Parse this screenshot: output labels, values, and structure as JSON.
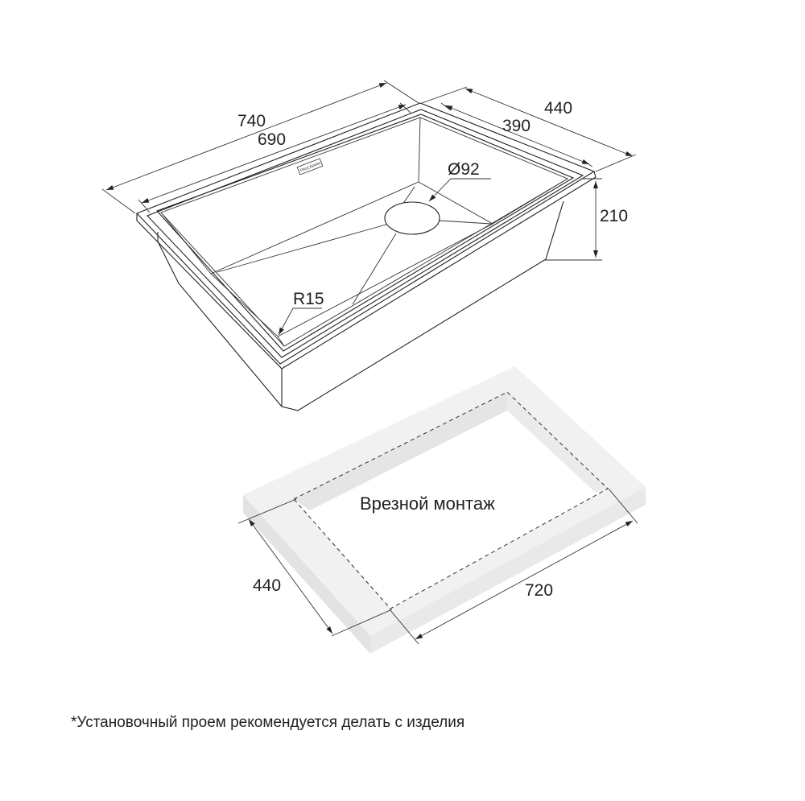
{
  "sink": {
    "overall_length": "740",
    "inner_length": "690",
    "overall_width": "440",
    "inner_width": "390",
    "depth": "210",
    "drain_diameter": "Ø92",
    "corner_radius": "R15",
    "brand_badge": "PAULMARK"
  },
  "cutout": {
    "title": "Врезной монтаж",
    "width": "440",
    "length": "720"
  },
  "footnote": "*Установочный проем рекомендуется делать с изделия",
  "colors": {
    "line": "#222222",
    "countertop_top": "#f1f1f1",
    "countertop_side": "#e3e3e3",
    "background": "#ffffff"
  }
}
